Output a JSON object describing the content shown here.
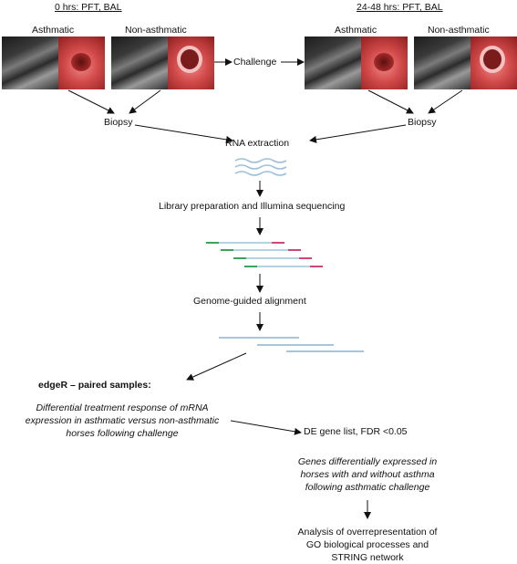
{
  "headers": {
    "left": "0 hrs: PFT, BAL",
    "right": "24-48 hrs: PFT, BAL"
  },
  "labels": {
    "asthmatic_left": "Asthmatic",
    "non_asthmatic_left": "Non-asthmatic",
    "asthmatic_right": "Asthmatic",
    "non_asthmatic_right": "Non-asthmatic",
    "challenge": "Challenge",
    "biopsy_left": "Biopsy",
    "biopsy_right": "Biopsy",
    "rna_extraction": "RNA extraction",
    "library_prep": "Library preparation and Illumina sequencing",
    "alignment": "Genome-guided alignment",
    "edger": "edgeR – paired samples:",
    "diff_response_1": "Differential treatment response of mRNA",
    "diff_response_2": "expression in asthmatic versus non-asthmatic",
    "diff_response_3": "horses following challenge",
    "de_list": "DE gene list, FDR <0.05",
    "genes_1": "Genes differentially expressed in",
    "genes_2": "horses with and without asthma",
    "genes_3": "following asthmatic challenge",
    "analysis_1": "Analysis of overrepresentation of",
    "analysis_2": "GO biological processes and",
    "analysis_3": "STRING network"
  },
  "colors": {
    "read_line": "#8ab4d4",
    "read_green": "#3aa55a",
    "read_pink": "#d0457a",
    "rna_wave": "#9dbfd8",
    "endoscopy_red": "#d24a4a"
  }
}
